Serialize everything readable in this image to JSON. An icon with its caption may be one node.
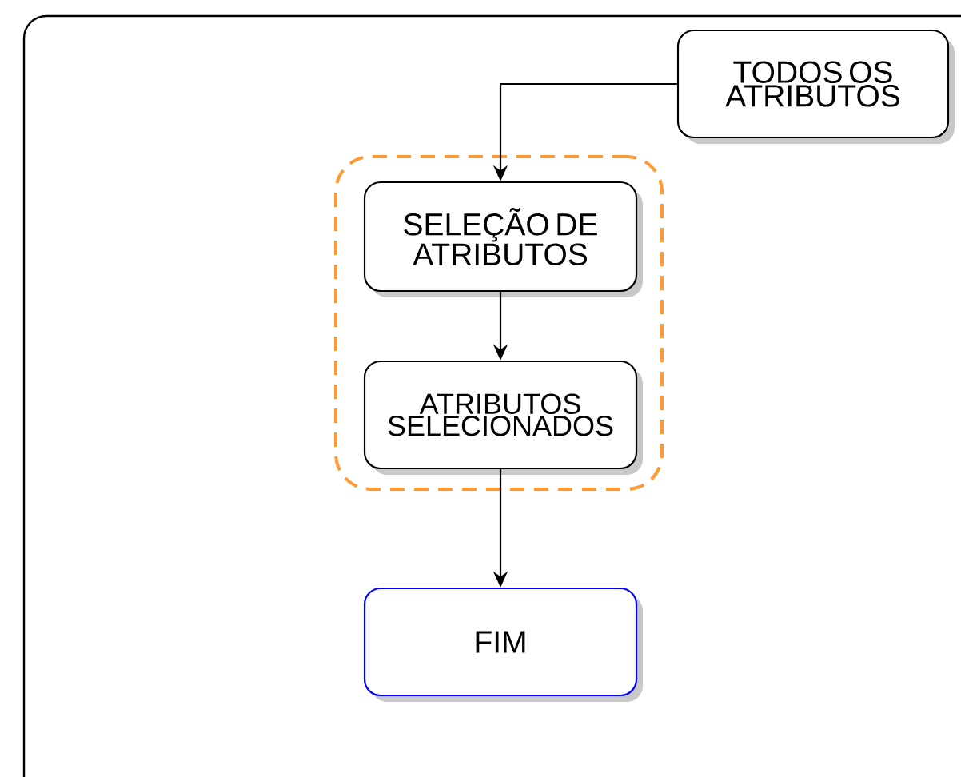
{
  "diagram": {
    "nodes": [
      {
        "text": [
          "TODOS OS ATRIBUTOS"
        ]
      },
      {
        "text": [],
        "shape": "box"
      },
      {
        "text": [
          "SELEÇÃO DE ATRIBUTOS"
        ],
        "in": 1
      },
      {
        "text": [
          "ATRIBUTOS SELECIONADOS"
        ],
        "in": 1
      },
      {
        "text": [
          "FIM"
        ]
      }
    ],
    "edges": [
      {
        "from": 0,
        "to": 2,
        "arrow": "to"
      },
      {
        "from": 2,
        "to": 3,
        "arrow": "to"
      },
      {
        "from": 3,
        "to": 4,
        "arrow": "to"
      }
    ]
  }
}
